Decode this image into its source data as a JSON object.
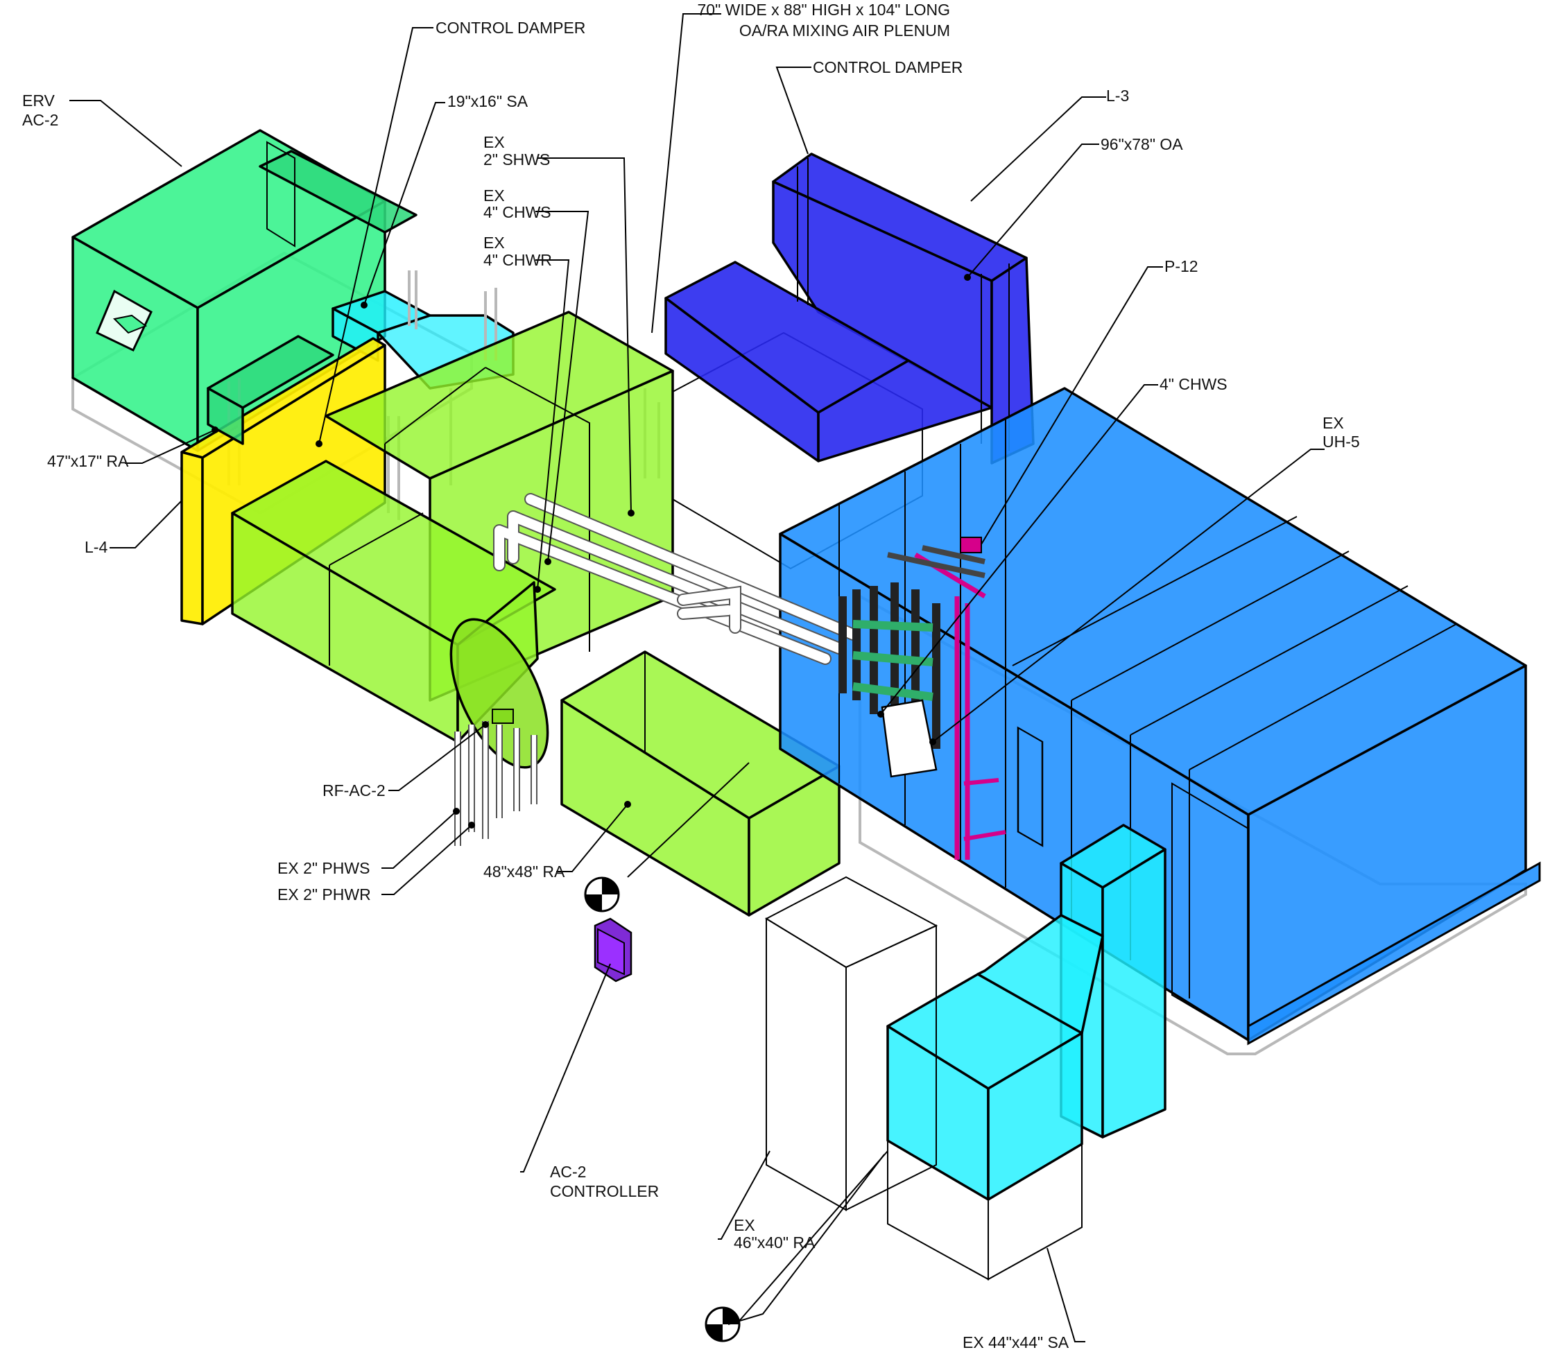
{
  "colors": {
    "erv": "#33f28a",
    "supply_cyan": "#1ef0ff",
    "louver_yellow": "#ffee00",
    "return_green": "#93f52b",
    "mixing_plenum": "#a9a9da",
    "outside_air_blue": "#2828ee",
    "ahu_blue": "#1e90ff",
    "pipe_pink": "#d6008a",
    "controller": "#9b30ff"
  },
  "labels": {
    "control_damper_1": "CONTROL DAMPER",
    "mixing_plenum_l1": "70\" WIDE x 88\" HIGH x 104\" LONG",
    "mixing_plenum_l2": "OA/RA MIXING AIR PLENUM",
    "control_damper_2": "CONTROL DAMPER",
    "l3": "L-3",
    "oa_96x78": "96\"x78\" OA",
    "erv_l1": "ERV",
    "erv_l2": "AC-2",
    "sa_19x16": "19\"x16\" SA",
    "shws_l1": "EX",
    "shws_l2": "2\" SHWS",
    "chws_l1": "EX",
    "chws_l2": "4\" CHWS",
    "chwr_l1": "EX",
    "chwr_l2": "4\" CHWR",
    "p12": "P-12",
    "chws_4": "4\" CHWS",
    "uh5_l1": "EX",
    "uh5_l2": "UH-5",
    "ra_47x17": "47\"x17\" RA",
    "l4": "L-4",
    "rf_ac2": "RF-AC-2",
    "phws": "EX  2\" PHWS",
    "phwr": "EX  2\" PHWR",
    "ra_48x48": "48\"x48\" RA",
    "controller_l1": "AC-2",
    "controller_l2": "CONTROLLER",
    "ra_46x40_l1": "EX",
    "ra_46x40_l2": "46\"x40\" RA",
    "sa_44x44": "EX 44\"x44\" SA"
  }
}
